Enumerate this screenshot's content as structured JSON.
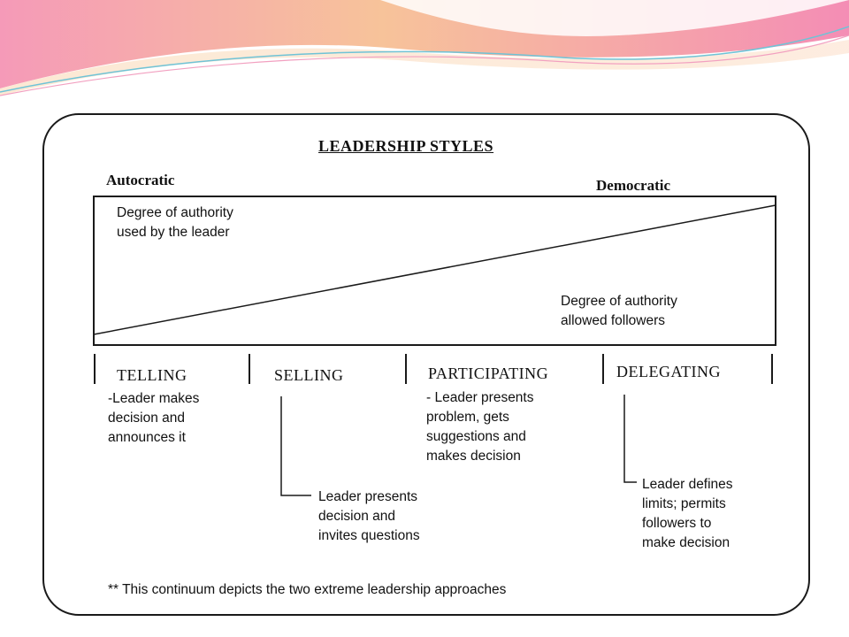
{
  "title": "LEADERSHIP STYLES",
  "ends": {
    "left": "Autocratic",
    "right": "Democratic"
  },
  "authority": {
    "leader": [
      "Degree of authority",
      "used by the leader"
    ],
    "followers": [
      "Degree of authority",
      "allowed followers"
    ]
  },
  "styles": [
    {
      "name": "TELLING",
      "desc": [
        "-Leader makes",
        "decision and",
        "announces it"
      ]
    },
    {
      "name": "SELLING",
      "desc": [
        "Leader presents",
        "decision and",
        "invites questions"
      ]
    },
    {
      "name": "PARTICIPATING",
      "desc": [
        "- Leader presents",
        "problem, gets",
        "suggestions and",
        "makes decision"
      ]
    },
    {
      "name": "DELEGATING",
      "desc": [
        "Leader defines",
        "limits; permits",
        "followers to",
        "make decision"
      ]
    }
  ],
  "footnote": "**  This continuum depicts the two extreme leadership approaches",
  "colors": {
    "banner_pink": "#f07aa8",
    "banner_orange": "#f7b07a",
    "line": "#1a1a1a"
  }
}
